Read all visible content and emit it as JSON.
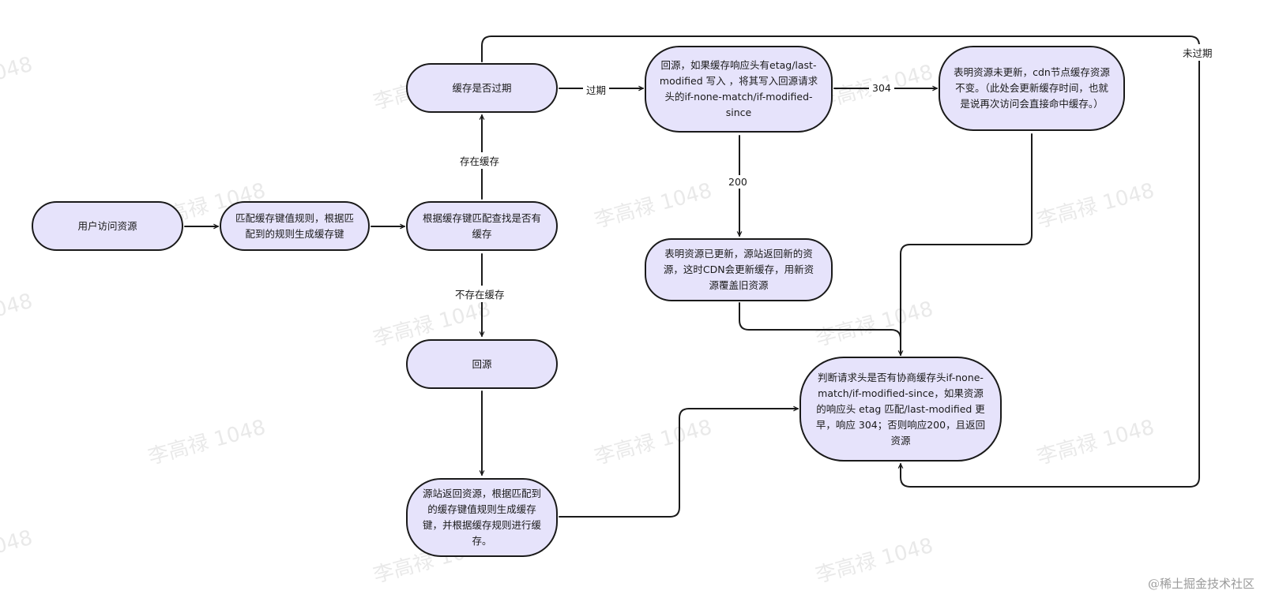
{
  "watermark": "李高禄 1048",
  "credit": "@稀土掘金技术社区",
  "nodes": {
    "user_access": "用户访问资源",
    "match_rule": "匹配缓存键值规则，根据匹配到的规则生成缓存键",
    "lookup_cache": "根据缓存键匹配查找是否有缓存",
    "cache_expired": "缓存是否过期",
    "back_to_origin_conditional": "回源，如果缓存响应头有etag/last-modified 写入 ，将其写入回源请求头的if-none-match/if-modified-since",
    "not_updated": "表明资源未更新，cdn节点缓存资源不变。（此处会更新缓存时间，也就是说再次访问会直接命中缓存。）",
    "updated": "表明资源已更新，源站返回新的资源，这时CDN会更新缓存，用新资源覆盖旧资源",
    "back_to_origin": "回源",
    "origin_return": "源站返回资源，根据匹配到的缓存键值规则生成缓存键，并根据缓存规则进行缓存。",
    "judge_headers": "判断请求头是否有协商缓存头if-none-match/if-modified-since，如果资源的响应头 etag 匹配/last-modified 更早，响应 304；否则响应200，且返回资源"
  },
  "edge_labels": {
    "has_cache": "存在缓存",
    "no_cache": "不存在缓存",
    "expired": "过期",
    "status_304": "304",
    "status_200": "200",
    "not_expired": "未过期"
  }
}
